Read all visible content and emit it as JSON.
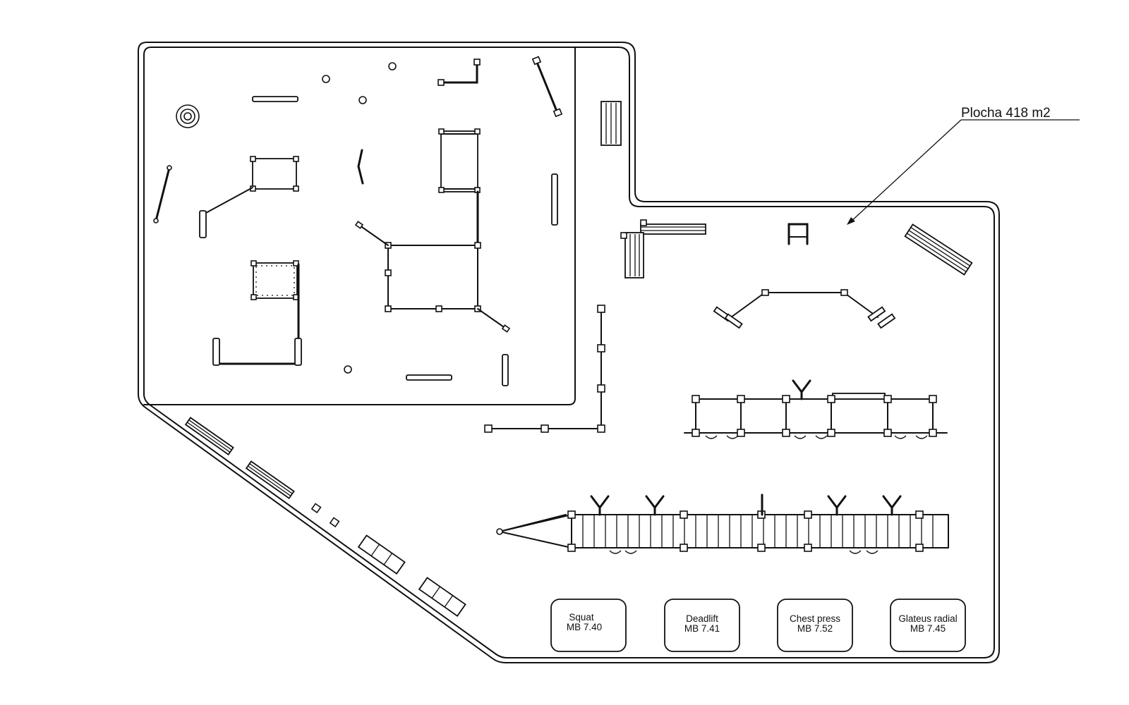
{
  "area_label": "Plocha 418 m2",
  "stations": [
    {
      "name": "Squat",
      "code": "MB 7.40"
    },
    {
      "name": "Deadlift",
      "code": "MB 7.41"
    },
    {
      "name": "Chest press",
      "code": "MB 7.52"
    },
    {
      "name": "Glateus radial",
      "code": "MB 7.45"
    }
  ]
}
